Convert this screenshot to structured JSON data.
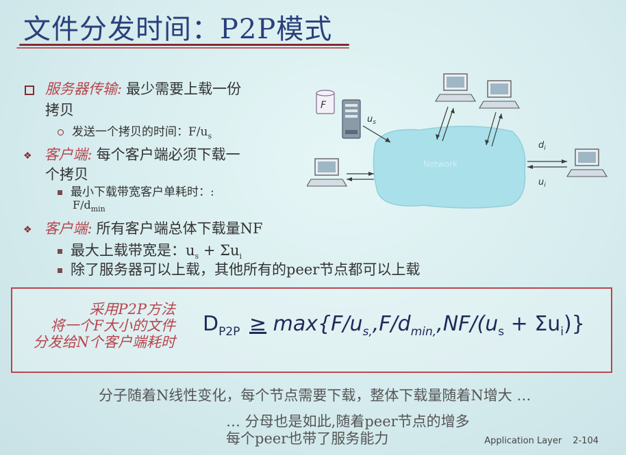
{
  "title": "文件分发时间：P2P模式",
  "bullets": {
    "server": {
      "label": "服务器传输:",
      "text1": "最少需要上载一份",
      "text2": "拷贝",
      "sub": "发送一个拷贝的时间：F/u",
      "sub_index": "s"
    },
    "client1": {
      "label": "客户端:",
      "text1": "每个客户端必须下载一",
      "text2": "个拷贝",
      "sub": "最小下载带宽客户单耗时：:",
      "sub2": "F/d",
      "sub2_index": "min"
    },
    "client2": {
      "label": "客户端:",
      "text1": "所有客户端总体下载量NF",
      "sub1": "最大上载带宽是：u",
      "sub1_index": "s",
      "sub1_tail": " + Σu",
      "sub1_tail_index": "i",
      "sub2": "除了服务器可以上载，其他所有的peer节点都可以上载"
    }
  },
  "diagram": {
    "file_label": "F",
    "us_label": "u",
    "us_index": "s",
    "di_label": "d",
    "di_index": "i",
    "ui_label": "u",
    "ui_index": "i",
    "cloud_label": "Network",
    "colors": {
      "cloud": "#a9e0ea",
      "arrow": "#3a3a3a"
    }
  },
  "formula_box": {
    "left1": "采用P2P方法",
    "left2": "将一个F大小的文件",
    "left3": "分发给N个客户端耗时",
    "f_D": "D",
    "f_D_sub": "P2P",
    "f_ge": "≥",
    "f_max": " max{F/u",
    "f_s1": "s,",
    "f_Fd": ",F/d",
    "f_min": "min,",
    "f_NF": ",NF/(u",
    "f_s2": "s",
    "f_plus": " + Σu",
    "f_i": "i",
    "f_end": ")}"
  },
  "notes": {
    "n1": "分子随着N线性变化，每个节点需要下载，整体下载量随着N增大 …",
    "n2": "… 分母也是如此,随着peer节点的增多",
    "n3": "每个peer也带了服务能力"
  },
  "footer": {
    "layer": "Application Layer",
    "page": "2-104"
  }
}
